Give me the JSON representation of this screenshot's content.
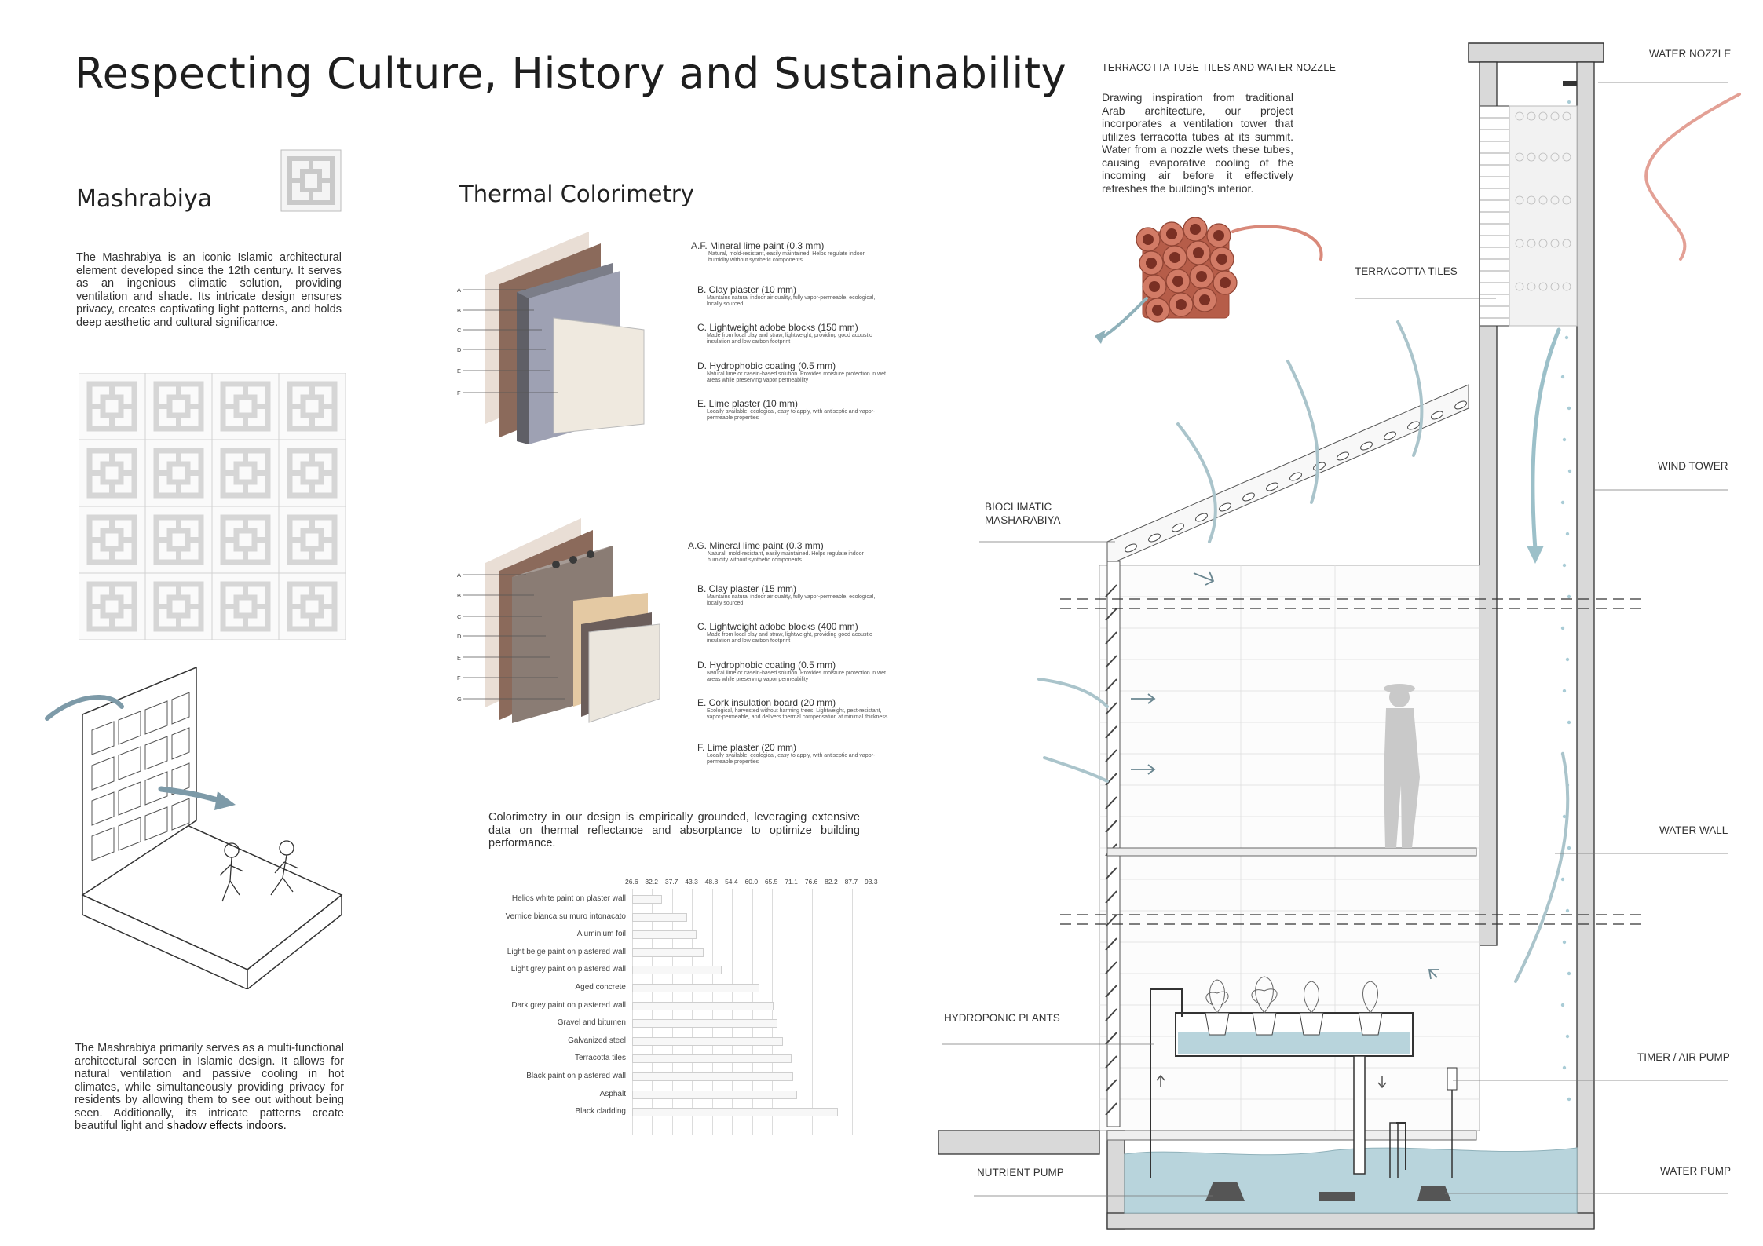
{
  "title": "Respecting Culture,  History and Sustainability",
  "mashrabiya": {
    "heading": "Mashrabiya",
    "para1": "The Mashrabiya is an iconic Islamic architectural element developed since the 12th century. It serves as an ingenious climatic solution, providing ventilation and shade. Its intricate design ensures privacy, creates captivating light patterns, and holds deep aesthetic and cultural significance.",
    "para2": "The Mashrabiya primarily serves as a multi-functional architectural screen in Islamic design. It allows for natural ventilation and passive cooling in hot climates, while simultaneously providing privacy for residents by allowing them to see out without being seen. Additionally, its intricate patterns create beautiful light and",
    "para2_bold": "shadow effects indoors."
  },
  "thermal": {
    "heading": "Thermal Colorimetry",
    "wall1_letters": [
      "A",
      "B",
      "C",
      "D",
      "E",
      "F"
    ],
    "wall1": [
      {
        "title": "A.F. Mineral lime paint (0.3 mm)",
        "desc": "Natural, mold-resistant, easily maintained. Helps regulate indoor humidity without synthetic components"
      },
      {
        "title": "B. Clay plaster (10 mm)",
        "desc": "Maintains natural indoor air quality, fully vapor-permeable, ecological, locally sourced"
      },
      {
        "title": "C. Lightweight adobe blocks (150 mm)",
        "desc": "Made from local clay and straw, lightweight, providing good acoustic insulation and low carbon footprint"
      },
      {
        "title": "D. Hydrophobic coating (0.5 mm)",
        "desc": "Natural lime or casein-based solution. Provides moisture protection in wet areas while preserving vapor permeability"
      },
      {
        "title": "E. Lime plaster (10 mm)",
        "desc": "Locally available, ecological, easy to apply, with antiseptic and vapor-permeable properties"
      }
    ],
    "wall2_letters": [
      "A",
      "B",
      "C",
      "D",
      "E",
      "F",
      "G"
    ],
    "wall2": [
      {
        "title": "A.G. Mineral lime paint (0.3 mm)",
        "desc": "Natural, mold-resistant, easily maintained. Helps regulate indoor humidity without synthetic components"
      },
      {
        "title": "B. Clay plaster (15 mm)",
        "desc": "Maintains natural indoor air quality, fully vapor-permeable, ecological, locally sourced"
      },
      {
        "title": "C. Lightweight adobe blocks (400 mm)",
        "desc": "Made from local clay and straw, lightweight, providing good acoustic insulation and low carbon footprint"
      },
      {
        "title": "D. Hydrophobic coating (0.5 mm)",
        "desc": "Natural lime or casein-based solution. Provides moisture protection in wet areas while preserving vapor permeability"
      },
      {
        "title": "E. Cork insulation board (20 mm)",
        "desc": "Ecological, harvested without harming trees. Lightweight, pest-resistant, vapor-permeable, and delivers thermal compensation at minimal thickness."
      },
      {
        "title": "F. Lime plaster (20 mm)",
        "desc": "Locally available, ecological, easy to apply, with antiseptic and vapor-permeable properties"
      }
    ],
    "colorimetry_text": "Colorimetry in our design is empirically grounded, leveraging extensive data on thermal reflectance and absorptance to optimize building performance."
  },
  "chart_data": {
    "type": "bar",
    "orientation": "horizontal",
    "title": "",
    "xlabel": "",
    "ylabel": "",
    "ticks": [
      "26.6",
      "32.2",
      "37.7",
      "43.3",
      "48.8",
      "54.4",
      "60.0",
      "65.5",
      "71.1",
      "76.6",
      "82.2",
      "87.7",
      "93.3"
    ],
    "xlim": [
      26.6,
      93.3
    ],
    "grid": true,
    "categories": [
      "Helios white paint on plaster wall",
      "Vernice bianca su muro intonacato",
      "Aluminium foil",
      "Light beige paint on plastered wall",
      "Light grey paint on plastered wall",
      "Aged concrete",
      "Dark grey paint on plastered wall",
      "Gravel and bitumen",
      "Galvanized steel",
      "Terracotta tiles",
      "Black paint on plastered wall",
      "Asphalt",
      "Black cladding"
    ],
    "values": [
      35.0,
      42.0,
      44.5,
      46.5,
      51.5,
      62.0,
      66.0,
      67.0,
      68.5,
      71.0,
      71.5,
      72.5,
      84.0
    ]
  },
  "section": {
    "terracotta_title": "TERRACOTTA TUBE TILES AND WATER NOZZLE",
    "terracotta_text": "Drawing inspiration from traditional Arab architecture, our project incorporates a ventilation tower that utilizes terracotta tubes at its summit. Water from a nozzle wets these tubes, causing evaporative cooling of the incoming air before it effectively refreshes the building's interior.",
    "labels": {
      "water_nozzle": "WATER NOZZLE",
      "terracotta_tiles": "TERRACOTTA TILES",
      "wind_tower": "WIND TOWER",
      "bioclimatic_1": "BIOCLIMATIC",
      "bioclimatic_2": "MASHARABIYA",
      "water_wall": "WATER WALL",
      "hydroponic": "HYDROPONIC PLANTS",
      "timer": "TIMER / AIR PUMP",
      "nutrient": "NUTRIENT PUMP",
      "water_pump": "WATER PUMP"
    }
  },
  "colors": {
    "text": "#2b2b2b",
    "terracotta": "#c86a56",
    "water": "#a9ccd6",
    "arrow_blue": "#7d9aa8",
    "wall_grey": "#d9d9d9"
  }
}
